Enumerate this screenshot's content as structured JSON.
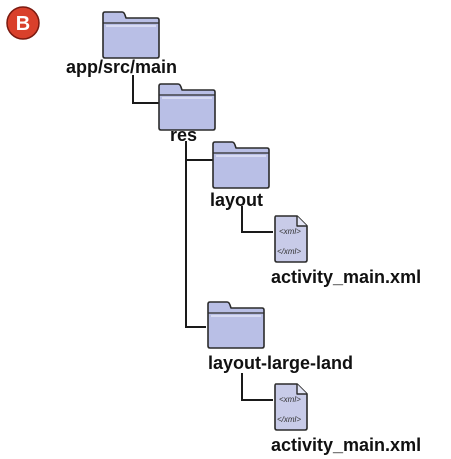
{
  "badge": {
    "letter": "B",
    "color": "#d9402b"
  },
  "colors": {
    "folder_fill": "#b9bfe6",
    "folder_stroke": "#2b2b2b",
    "file_fill": "#c8cbe8",
    "line": "#1a1a1a"
  },
  "tree": {
    "root": {
      "label": "app/src/main",
      "icon": "folder-icon"
    },
    "res": {
      "label": "res",
      "icon": "folder-icon"
    },
    "layout": {
      "label": "layout",
      "icon": "folder-icon"
    },
    "layout_file": {
      "label": "activity_main.xml",
      "icon": "xml-file-icon",
      "tag_open": "<xml>",
      "tag_close": "</xml>"
    },
    "layout_large_land": {
      "label": "layout-large-land",
      "icon": "folder-icon"
    },
    "layout_large_land_file": {
      "label": "activity_main.xml",
      "icon": "xml-file-icon",
      "tag_open": "<xml>",
      "tag_close": "</xml>"
    }
  }
}
